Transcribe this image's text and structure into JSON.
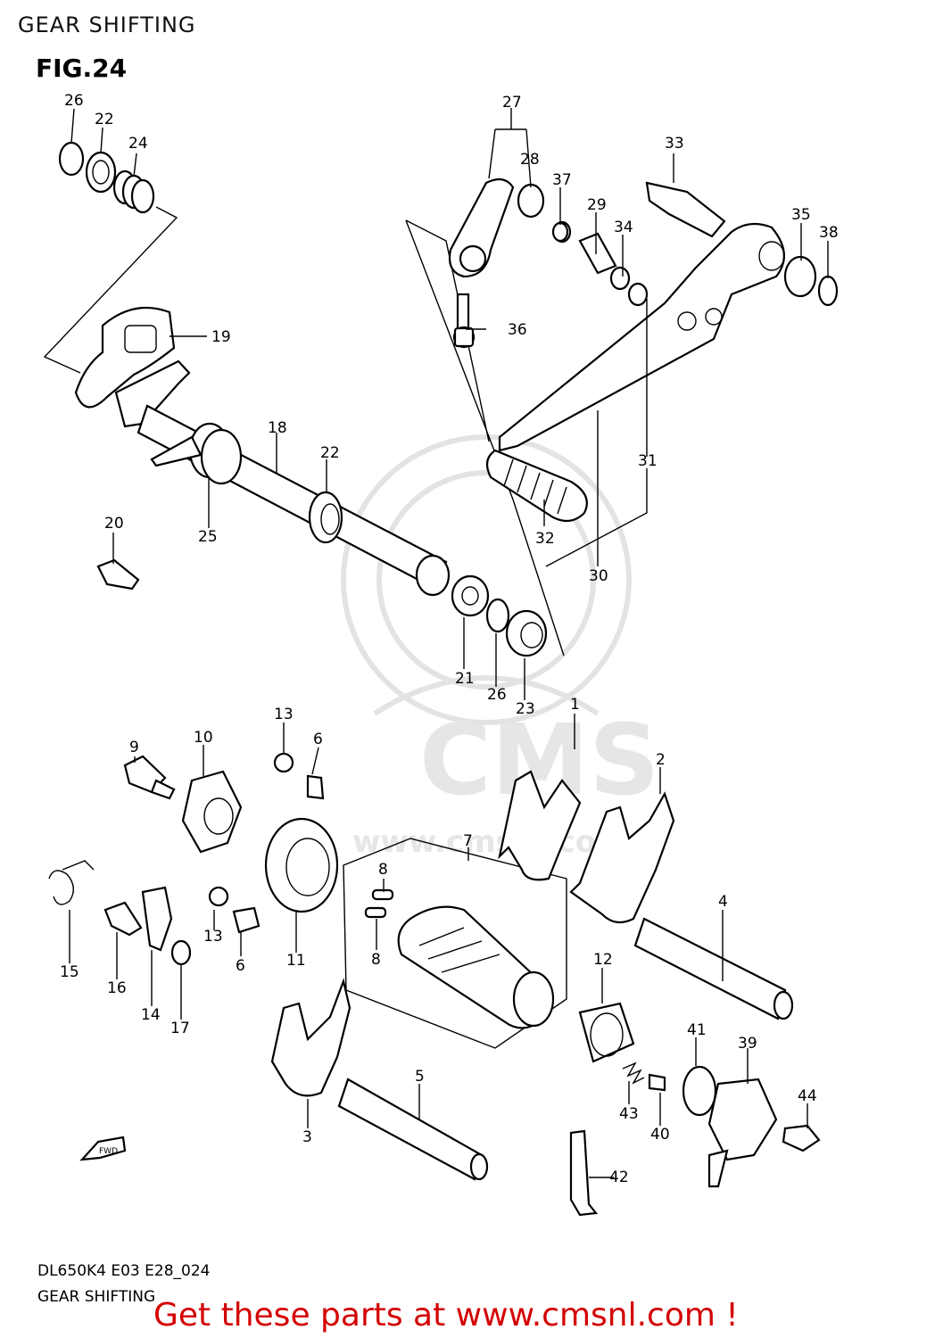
{
  "header": {
    "title": "GEAR SHIFTING"
  },
  "figure": {
    "label": "FIG.24"
  },
  "footer": {
    "code": "DL650K4 E03 E28_024",
    "caption": "GEAR SHIFTING",
    "link_text": "Get these parts at www.cmsnl.com !"
  },
  "watermark": {
    "text": "CMS",
    "url_text": "www.cmsnl.com"
  },
  "direction_badge": "FWD",
  "callouts": [
    "26",
    "22",
    "24",
    "19",
    "18",
    "22",
    "20",
    "25",
    "27",
    "28",
    "37",
    "29",
    "34",
    "33",
    "35",
    "38",
    "36",
    "31",
    "30",
    "32",
    "21",
    "26",
    "23",
    "1",
    "2",
    "9",
    "10",
    "13",
    "6",
    "7",
    "8",
    "8",
    "4",
    "12",
    "15",
    "16",
    "14",
    "13",
    "6",
    "11",
    "17",
    "41",
    "39",
    "44",
    "5",
    "3",
    "43",
    "40",
    "42"
  ]
}
